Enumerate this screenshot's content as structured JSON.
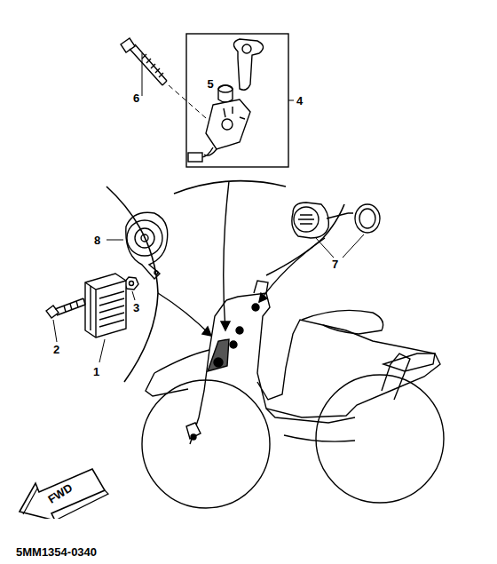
{
  "diagram": {
    "nodes": [
      {
        "text": [
          "5"
        ]
      },
      {
        "text": [
          "FWD"
        ]
      }
    ],
    "labels": [
      "6",
      "4",
      "8",
      "3",
      "2",
      "1",
      "7",
      "5MM1354-0340"
    ]
  }
}
